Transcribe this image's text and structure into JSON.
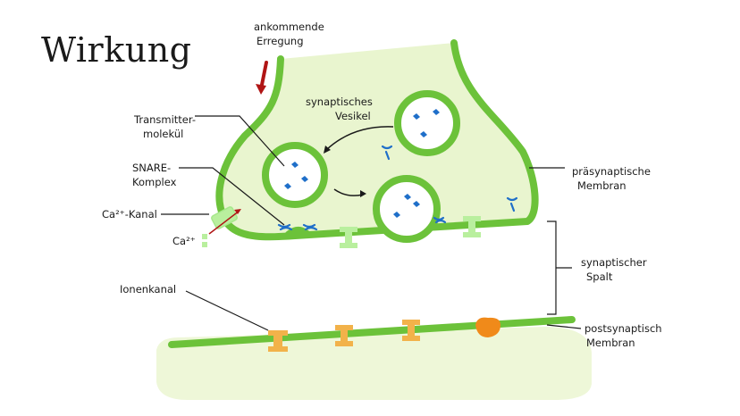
{
  "title": "Wirkung",
  "labels": {
    "incoming_1": "ankommende",
    "incoming_2": "Erregung",
    "vesicle_1": "synaptisches",
    "vesicle_2": "Vesikel",
    "transmitter_1": "Transmitter-",
    "transmitter_2": "molekül",
    "snare_1": "SNARE-",
    "snare_2": "Komplex",
    "ca_channel": "Ca²⁺-Kanal",
    "ca_ion": "Ca²⁺",
    "presyn_1": "präsynaptische",
    "presyn_2": "Membran",
    "cleft_1": "synaptischer",
    "cleft_2": "Spalt",
    "ion_channel": "Ionenkanal",
    "postsyn_1": "postsynaptisch",
    "postsyn_2": "Membran"
  },
  "colors": {
    "membrane": "#6cc23a",
    "fill": "#e9f5cf",
    "post_fill": "#eef7d8",
    "transmitter": "#1f6fc9",
    "arrow_red": "#b01515",
    "ion_channel": "#f2b24a",
    "ion_channel_closed": "#f08a1a",
    "ca_channel": "#b9ef9e"
  }
}
